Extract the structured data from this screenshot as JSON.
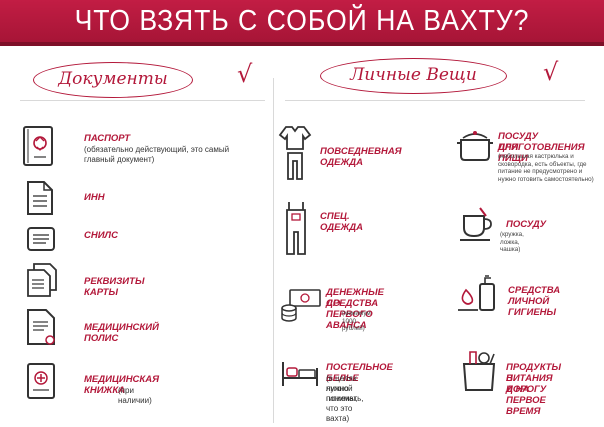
{
  "header": {
    "title": "ЧТО ВЗЯТЬ С СОБОЙ НА ВАХТУ?"
  },
  "columns": {
    "documents": {
      "title": "Документы",
      "check": "√"
    },
    "personal": {
      "title": "Личные Вещи",
      "check": "√"
    }
  },
  "documents": [
    {
      "label": "ПАСПОРТ",
      "note": "(обязательно действующий, это самый главный документ)",
      "icon": "passport-icon"
    },
    {
      "label": "ИНН",
      "note": "",
      "icon": "document-icon"
    },
    {
      "label": "СНИЛС",
      "note": "",
      "icon": "card-icon"
    },
    {
      "label": "РЕКВИЗИТЫ КАРТЫ",
      "note": "",
      "icon": "documents-stack-icon"
    },
    {
      "label": "МЕДИЦИНСКИЙ ПОЛИС",
      "note": "",
      "icon": "medical-policy-icon"
    },
    {
      "label": "МЕДИЦИНСКАЯ КНИЖКА",
      "note": "(при наличии)",
      "icon": "medical-book-icon"
    }
  ],
  "personal_left": [
    {
      "label1": "ПОВСЕДНЕВНАЯ",
      "label2": "ОДЕЖДА",
      "note": "",
      "icon": "clothes-icon"
    },
    {
      "label1": "СПЕЦ.",
      "label2": "ОДЕЖДА",
      "note": "",
      "icon": "overalls-icon"
    },
    {
      "label1": "ДЕНЕЖНЫЕ СРЕДСТВА",
      "label2": "ДО ПЕРВОГО АВАНСА",
      "note": "(минимум 1000 рублей)",
      "icon": "money-icon"
    },
    {
      "label1": "ПОСТЕЛЬНОЕ БЕЛЬЕ",
      "label2": "",
      "note1": "(в целях личной гигиены,",
      "note2": "нужно понимать, что это вахта)",
      "icon": "bed-icon"
    }
  ],
  "personal_right": [
    {
      "label1": "ПОСУДУ ДЛЯ",
      "label2": "ПРИГОТОВЛЕНИЯ ПИЩИ",
      "note": "(небольшая кастрюлька и сковородка, есть объекты, где питание не предусмотрено и нужно готовить самостоятельно)",
      "icon": "pot-icon"
    },
    {
      "label1": "ПОСУДУ",
      "label2": "",
      "note": "(кружка, ложка, чашка)",
      "icon": "cup-icon"
    },
    {
      "label1": "СРЕДСТВА",
      "label2": "ЛИЧНОЙ ГИГИЕНЫ",
      "note": "",
      "icon": "hygiene-icon"
    },
    {
      "label1": "ПРОДУКТЫ ПИТАНИЯ",
      "label2": "В ДОРОГУ",
      "label3": "И НА ПЕРВОЕ ВРЕМЯ",
      "note": "",
      "icon": "grocery-bag-icon"
    }
  ],
  "colors": {
    "accent": "#b3183a",
    "text": "#222222"
  }
}
